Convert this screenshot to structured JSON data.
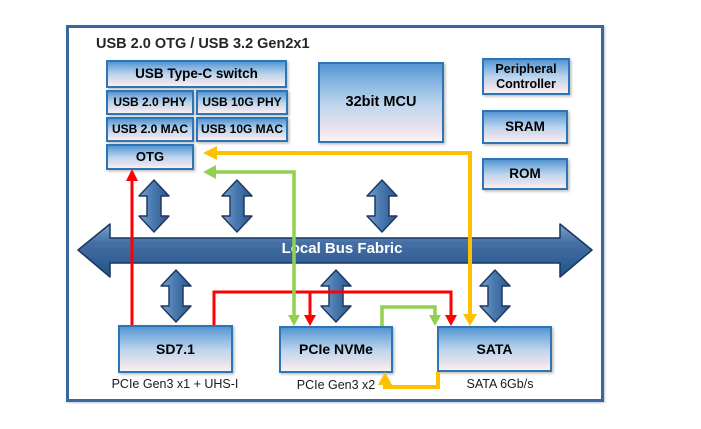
{
  "title": "USB 2.0 OTG / USB 3.2 Gen2x1",
  "usb_group": {
    "typec_switch": "USB Type-C switch",
    "usb20_phy": "USB 2.0 PHY",
    "usb10g_phy": "USB 10G PHY",
    "usb20_mac": "USB 2.0 MAC",
    "usb10g_mac": "USB 10G MAC",
    "otg": "OTG"
  },
  "mcu": {
    "label": "32bit MCU"
  },
  "peripherals": {
    "controller": "Peripheral Controller",
    "sram": "SRAM",
    "rom": "ROM"
  },
  "bus": {
    "label": "Local Bus Fabric"
  },
  "storage": {
    "sd": "SD7.1",
    "sd_caption": "PCIe Gen3 x1 + UHS-I",
    "nvme": "PCIe NVMe",
    "nvme_caption": "PCIe Gen3 x2",
    "sata": "SATA",
    "sata_caption": "SATA 6Gb/s"
  },
  "colors": {
    "red": "#FF0000",
    "green": "#92D050",
    "yellow": "#FFC000",
    "block_border": "#2E75B6",
    "bus_dark": "#2F5E94",
    "frame_border": "#3A679E"
  }
}
